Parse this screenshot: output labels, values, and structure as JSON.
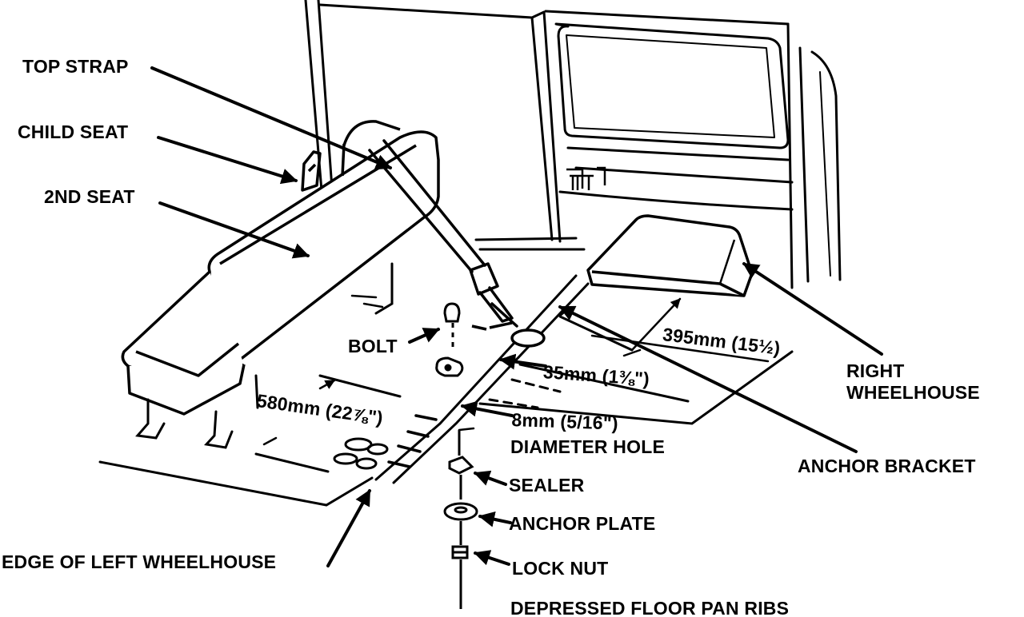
{
  "labels": {
    "top_strap": "TOP STRAP",
    "child_seat": "CHILD SEAT",
    "second_seat": "2ND SEAT",
    "bolt": "BOLT",
    "right_wheelhouse_line1": "RIGHT",
    "right_wheelhouse_line2": "WHEELHOUSE",
    "anchor_bracket": "ANCHOR BRACKET",
    "sealer": "SEALER",
    "anchor_plate": "ANCHOR PLATE",
    "lock_nut": "LOCK NUT",
    "edge_of_left_wheelhouse": "EDGE OF LEFT WHEELHOUSE",
    "depressed_floor_pan_ribs": "DEPRESSED FLOOR PAN RIBS",
    "diameter_hole": "DIAMETER HOLE"
  },
  "dimensions": {
    "d395": "395mm (15½)",
    "d35": "35mm (1⅜\")",
    "d580": "580mm (22⅞\")",
    "d8": "8mm (5/16\")"
  }
}
